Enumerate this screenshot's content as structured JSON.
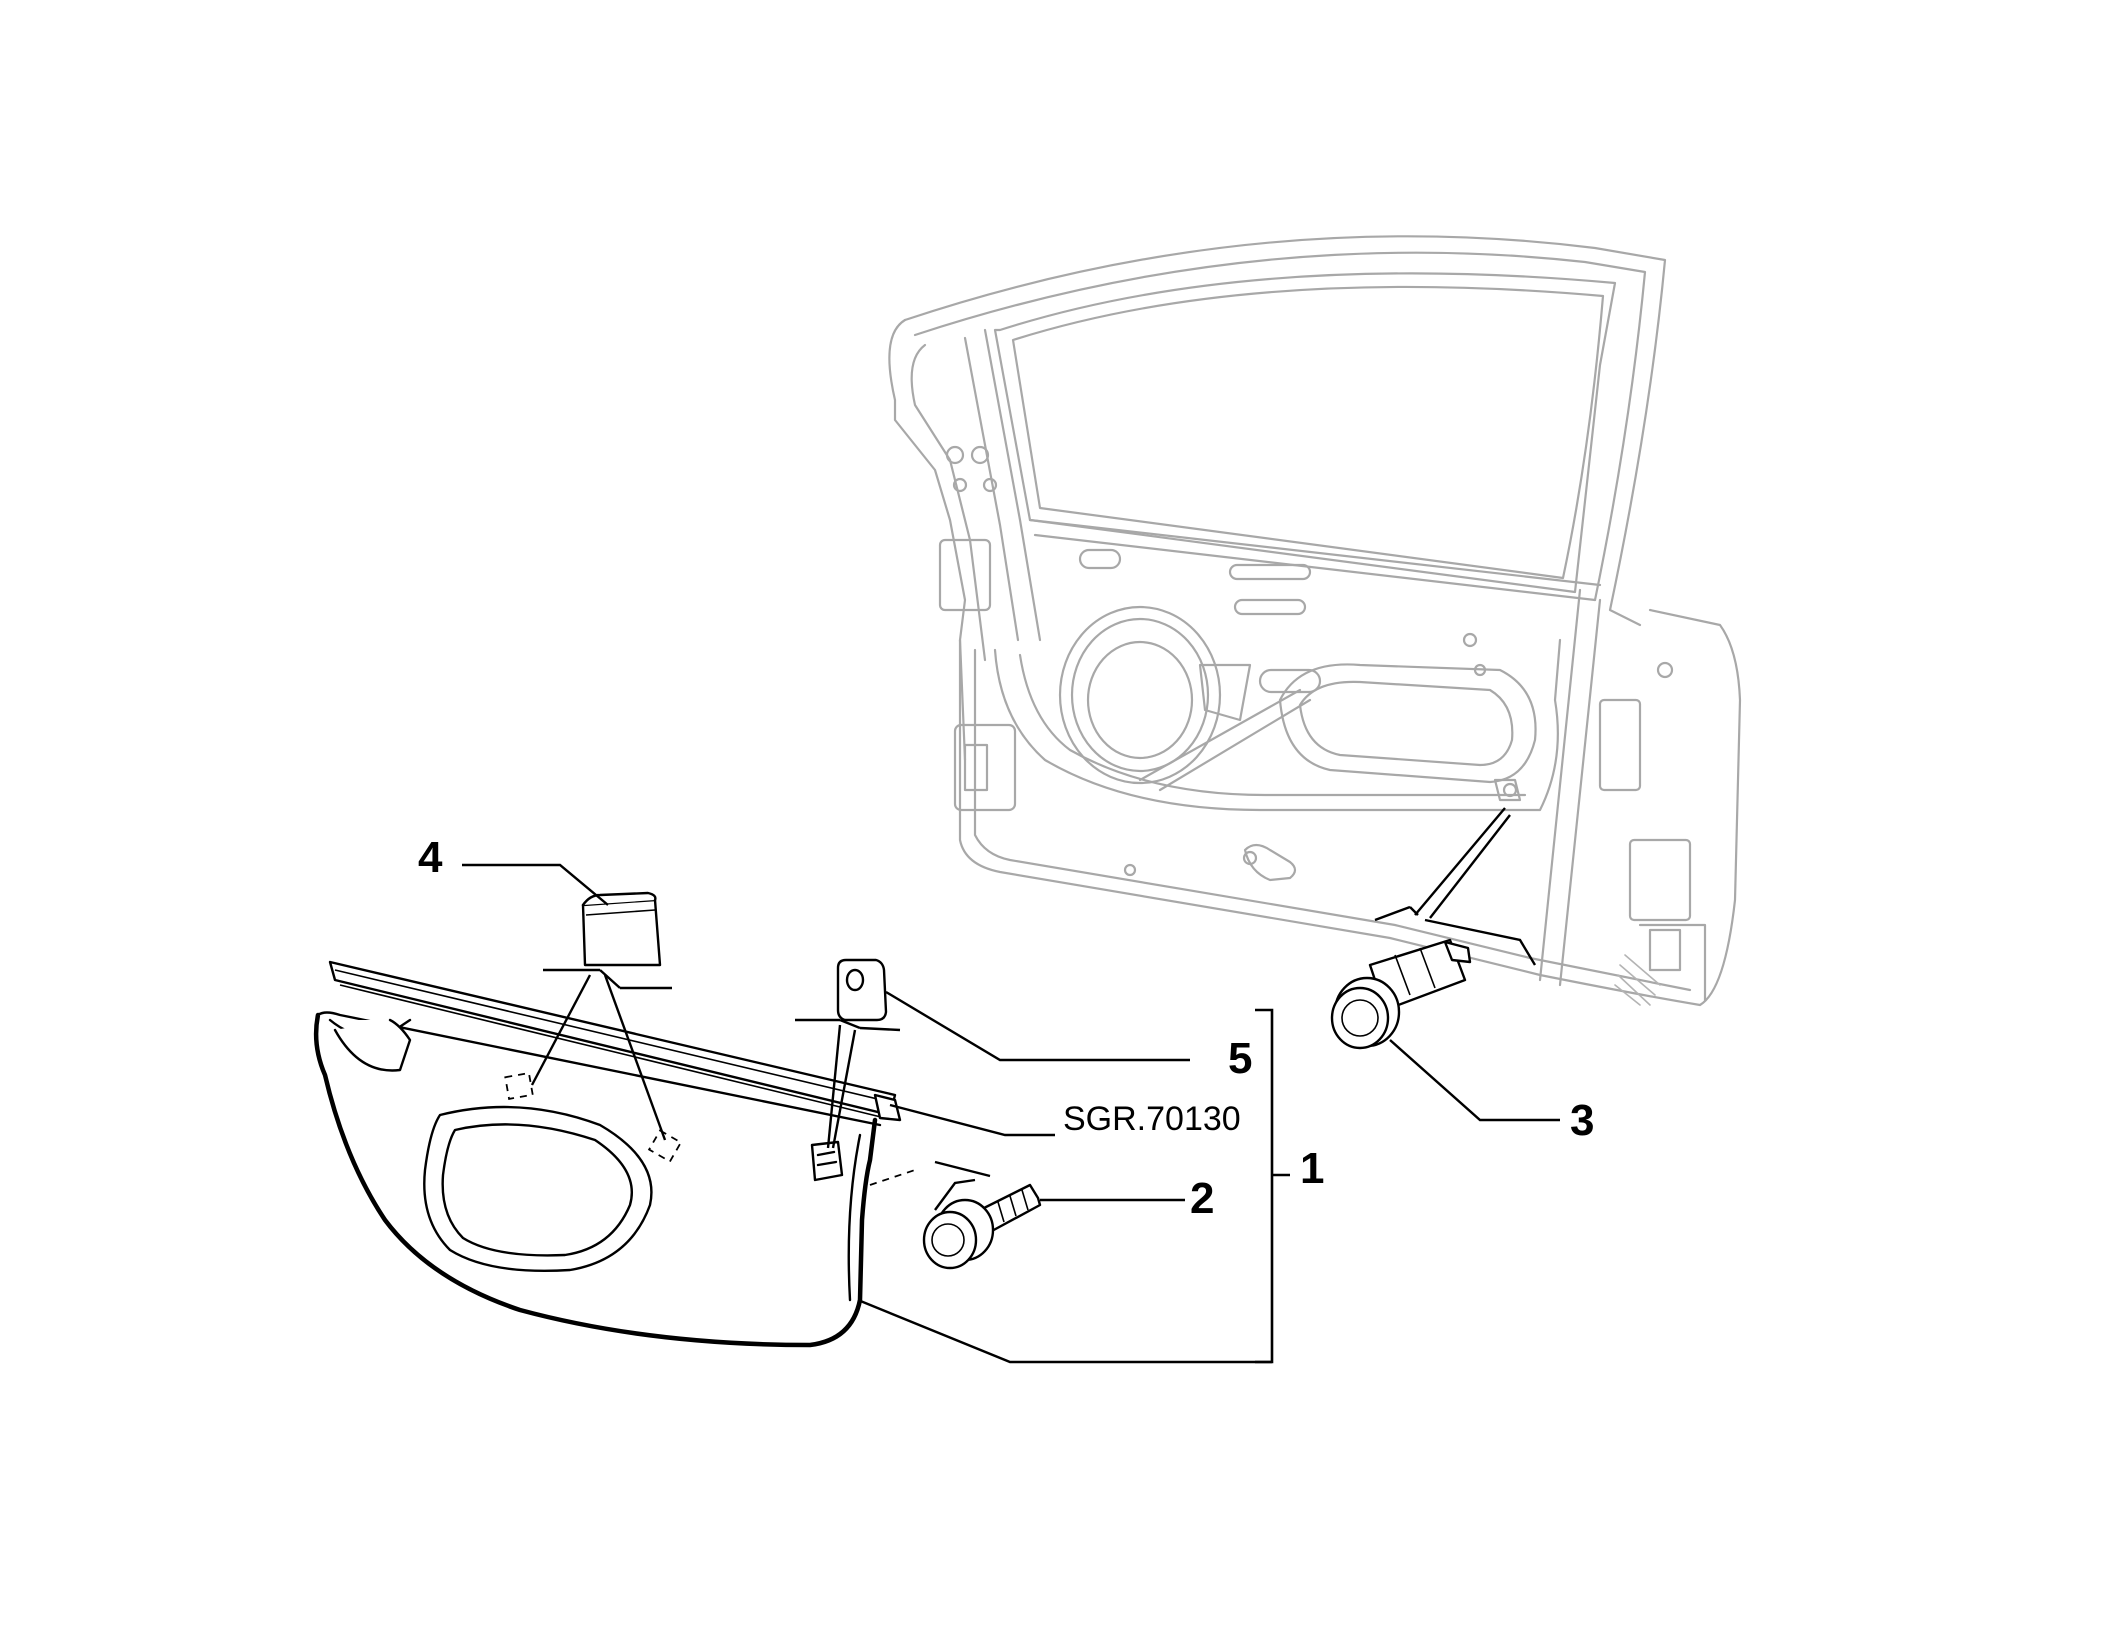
{
  "callouts": {
    "one": "1",
    "two": "2",
    "three": "3",
    "four": "4",
    "five": "5"
  },
  "reference_code": "SGR.70130",
  "colors": {
    "background": "#ffffff",
    "part_outline": "#000000",
    "door_body_outline": "#a8a8a8"
  }
}
